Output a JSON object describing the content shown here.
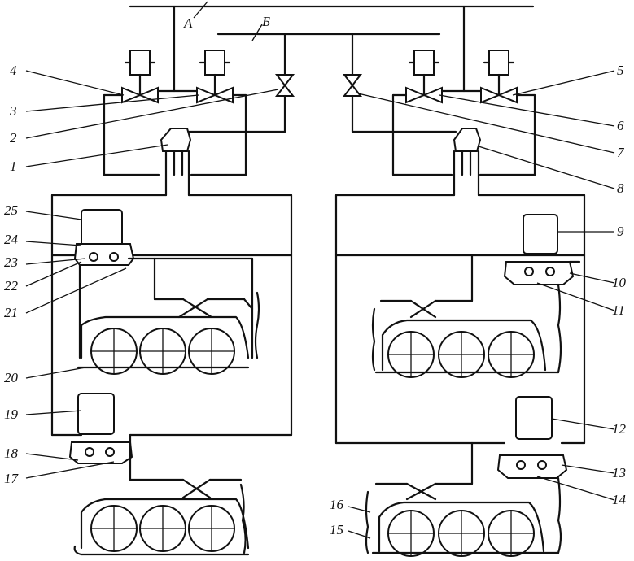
{
  "lines": {
    "a": "А",
    "b": "Б"
  },
  "labels": {
    "l1": "1",
    "l2": "2",
    "l3": "3",
    "l4": "4",
    "l5": "5",
    "l6": "6",
    "l7": "7",
    "l8": "8",
    "l9": "9",
    "l10": "10",
    "l11": "11",
    "l12": "12",
    "l13": "13",
    "l14": "14",
    "l15": "15",
    "l16": "16",
    "l17": "17",
    "l18": "18",
    "l19": "19",
    "l20": "20",
    "l21": "21",
    "l22": "22",
    "l23": "23",
    "l24": "24",
    "l25": "25"
  }
}
